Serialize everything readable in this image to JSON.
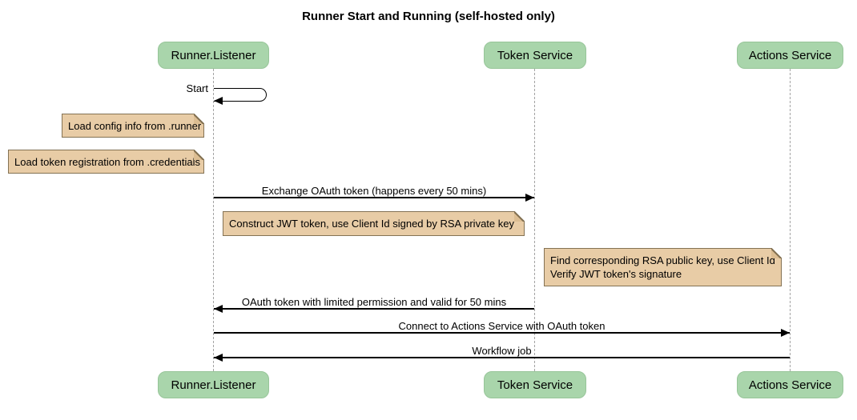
{
  "title": "Runner Start and Running (self-hosted only)",
  "participants": [
    {
      "name": "Runner.Listener"
    },
    {
      "name": "Token Service"
    },
    {
      "name": "Actions Service"
    }
  ],
  "messages": [
    {
      "label": "Start",
      "from": "Runner.Listener",
      "to": "Runner.Listener",
      "type": "self"
    },
    {
      "label": "Exchange OAuth token (happens every 50 mins)",
      "from": "Runner.Listener",
      "to": "Token Service",
      "type": "solid-arrow"
    },
    {
      "label": "OAuth token with limited permission and valid for 50 mins",
      "from": "Token Service",
      "to": "Runner.Listener",
      "type": "solid-arrow"
    },
    {
      "label": "Connect to Actions Service with OAuth token",
      "from": "Runner.Listener",
      "to": "Actions Service",
      "type": "solid-arrow"
    },
    {
      "label": "Workflow job",
      "from": "Actions Service",
      "to": "Runner.Listener",
      "type": "solid-arrow"
    }
  ],
  "notes": [
    {
      "lines": [
        "Load config info from .runner"
      ],
      "anchor": "left of Runner.Listener"
    },
    {
      "lines": [
        "Load token registration from .credentials"
      ],
      "anchor": "left of Runner.Listener"
    },
    {
      "lines": [
        "Construct JWT token, use Client Id signed by RSA private key"
      ],
      "anchor": "between Runner.Listener and Token Service"
    },
    {
      "lines": [
        "Find corresponding RSA public key, use Client Id",
        "Verify JWT token's signature"
      ],
      "anchor": "left of Actions Service"
    }
  ],
  "colors": {
    "participant-fill": "#a9d5ab",
    "participant-border": "#97c599",
    "note-fill": "#e8cca6",
    "note-border": "#847254",
    "note-fold": "#dcbd92",
    "lifeline": "#a3a3a3",
    "arrow": "#000000",
    "background": "#ffffff",
    "text": "#000000"
  }
}
